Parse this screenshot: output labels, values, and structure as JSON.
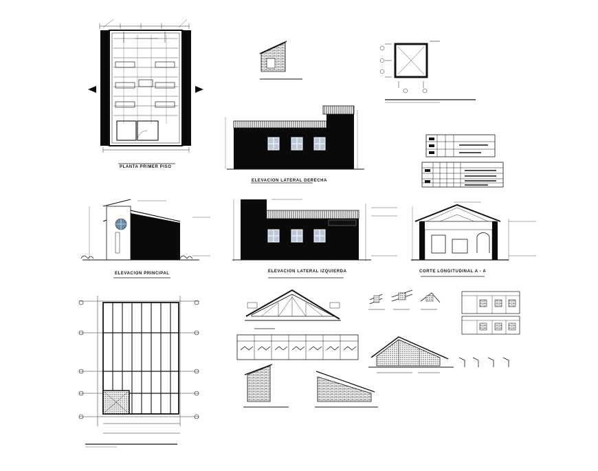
{
  "sheet": {
    "titles": {
      "plan_first_floor": "PLANTA PRIMER PISO",
      "elev_right": "ELEVACION LATERAL DERECHA",
      "elev_main": "ELEVACION PRINCIPAL",
      "elev_left": "ELEVACION LATERAL IZQUIERDA",
      "section_aa": "CORTE LONGITUDINAL A - A"
    }
  },
  "colors": {
    "line": "#111111",
    "fill_dark": "#0a0a0a",
    "glass": "#b8c8d8",
    "paper": "#ffffff"
  }
}
